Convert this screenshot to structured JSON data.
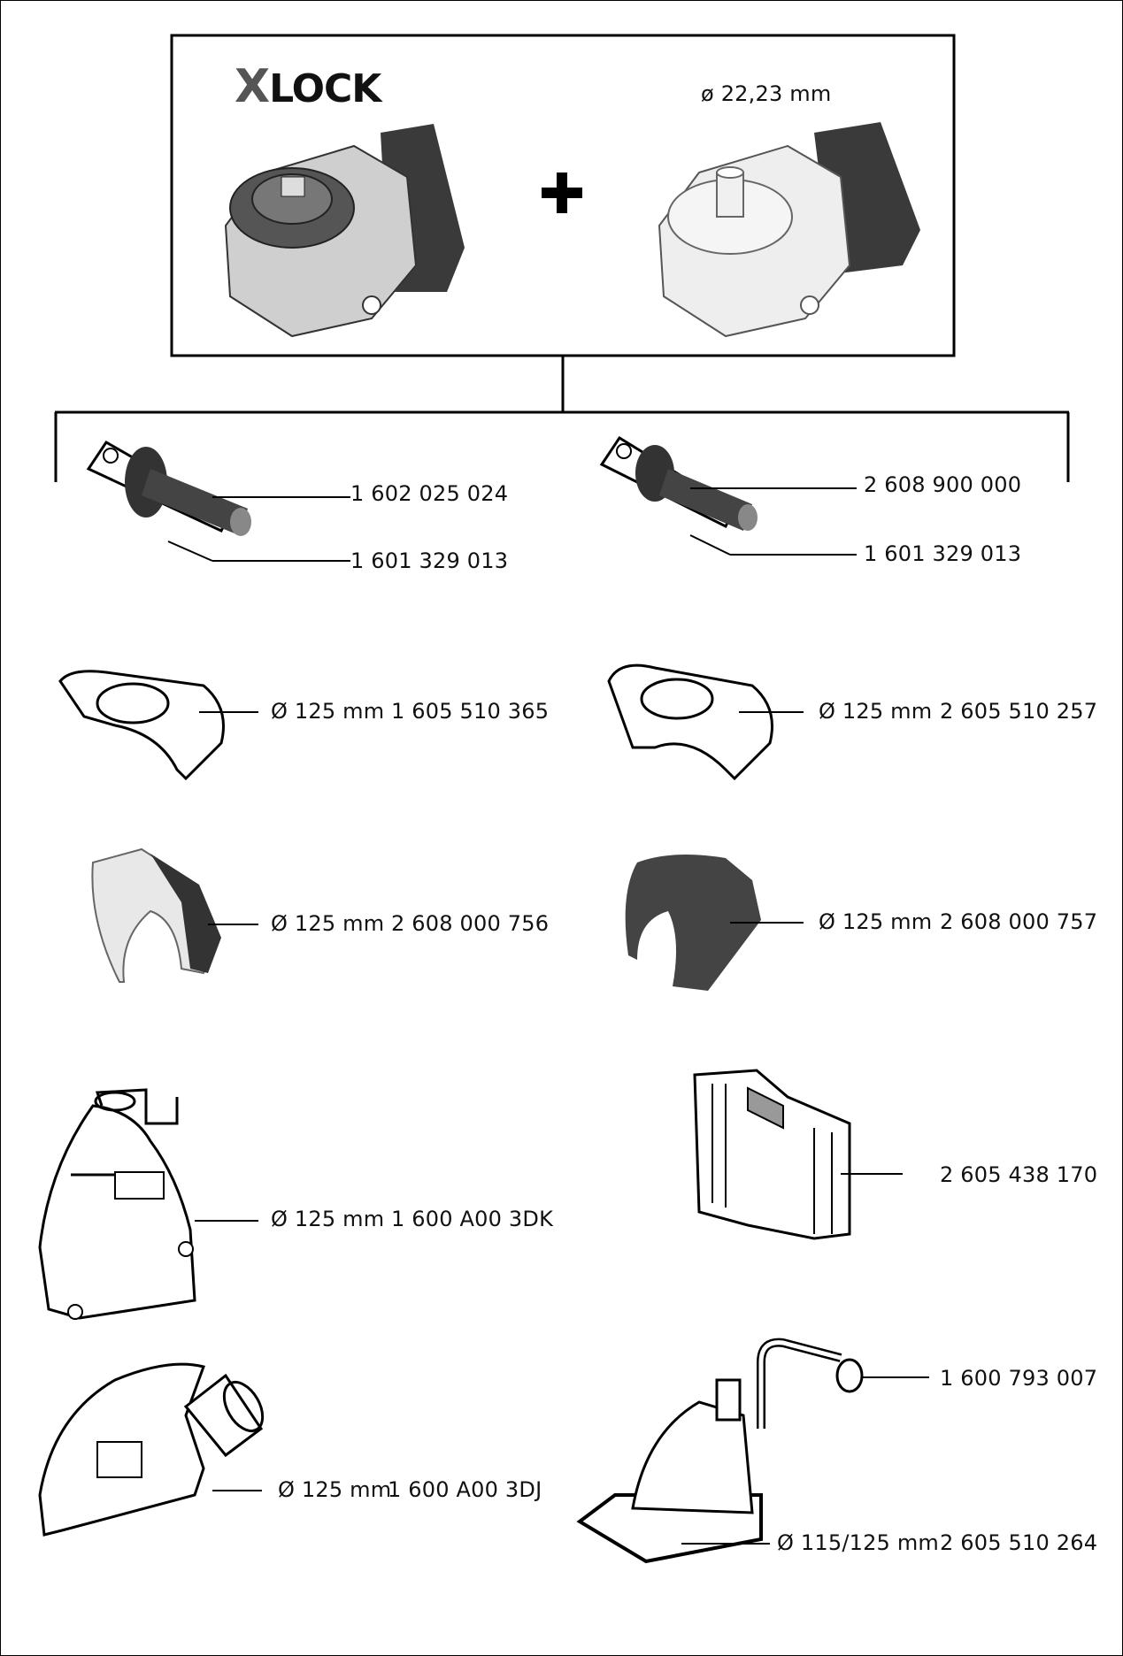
{
  "header": {
    "logo_text": "LOCK",
    "logo_prefix": "X",
    "diameter": "ø 22,23 mm",
    "plus_symbol": "+"
  },
  "parts": {
    "handle_left": {
      "grip": "1 602 025 024",
      "bracket": "1 601 329 013"
    },
    "handle_right": {
      "grip": "2 608 900 000",
      "bracket": "1 601 329 013"
    },
    "guard_l1": {
      "size": "Ø 125 mm",
      "code": "1 605 510 365"
    },
    "guard_r1": {
      "size": "Ø 125 mm",
      "code": "2 605 510 257"
    },
    "guard_l2": {
      "size": "Ø 125 mm",
      "code": "2 608 000 756"
    },
    "guard_r2": {
      "size": "Ø 125 mm",
      "code": "2 608 000 757"
    },
    "hood_l3": {
      "size": "Ø 125 mm",
      "code": "1 600 A00 3DK"
    },
    "case_r3": {
      "code": "2 605 438 170"
    },
    "hood_l4": {
      "size": "Ø 125 mm",
      "code": "1 600 A00 3DJ"
    },
    "cutting_guide_r4": {
      "pipe": "1 600 793 007",
      "size": "Ø 115/125 mm",
      "code": "2 605 510 264"
    }
  },
  "colors": {
    "ink": "#111111",
    "dark_grey": "#444444",
    "light_grey": "#dddddd"
  },
  "icons": [
    "grinder-xlock-icon",
    "grinder-standard-icon",
    "handle-icon",
    "guard-icon",
    "carrying-case-icon",
    "extraction-hood-icon",
    "cutting-guide-icon"
  ]
}
